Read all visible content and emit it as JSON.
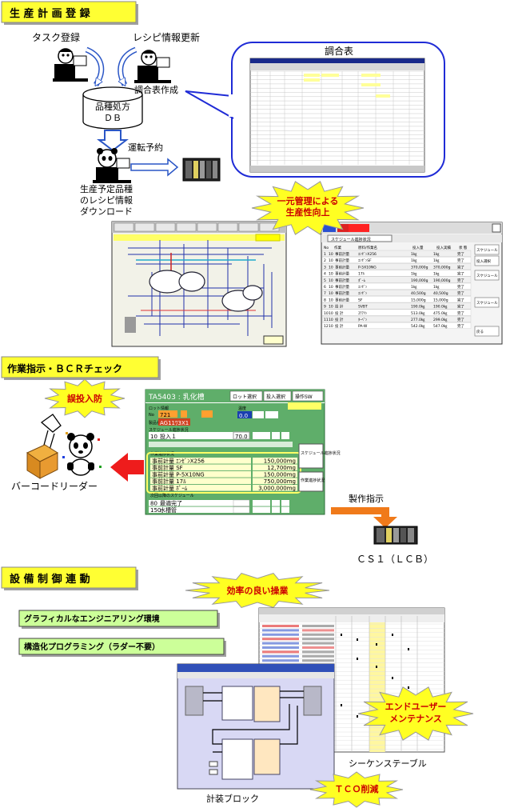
{
  "sections": {
    "production": {
      "title": "生 産 計 画 登 録",
      "task_registration": "タスク登録",
      "recipe_update": "レシピ情報更新",
      "formulation_creation": "調合表作成",
      "db_line1": "品種処方",
      "db_line2": "ＤＢ",
      "run_reservation": "運転予約",
      "download_line1": "生産予定品種",
      "download_line2": "のレシピ情報",
      "download_line3": "ダウンロード",
      "formulation_table_title": "調合表",
      "unified_line1": "一元管理による",
      "unified_line2": "生産性向上"
    },
    "work": {
      "title": "作業指示・ＢＣＲチェック",
      "misload_prevention": "誤投入防",
      "barcode_reader": "バーコードリーダー",
      "manufacture_instruction": "製作指示",
      "controller_label": "ＣＳ１（ＬＣＢ）",
      "panel": {
        "title": "TA5403 : 乳化槽",
        "tabs": [
          "ロット選択",
          "投入選択",
          "操作SW"
        ],
        "lot_info": "ロット情報",
        "lot_no_label": "No",
        "lot_no_value": "721",
        "product_label": "製品名",
        "product_value": "AG11ﾜ3X1",
        "temp_label": "温度",
        "temp_value": "0.0",
        "schedule_label": "スケジュール進捗状況",
        "schedule_row_no": "10",
        "schedule_row_name": "投入１",
        "schedule_row_value": "70.0",
        "work_status_label": "作業進捗状況",
        "work_rows": [
          {
            "name": "事前計量 ｴﾝｾﾞﾝX256",
            "value": "150,000mg"
          },
          {
            "name": "事前計量 SF",
            "value": "12,700mg"
          },
          {
            "name": "事前計量 P-5X10NG",
            "value": "150,000mg"
          },
          {
            "name": "事前計量 17ﾙ",
            "value": "750,000mg"
          },
          {
            "name": "事前計量 ﾎﾟｰﾑ",
            "value": "3,000,000mg"
          }
        ],
        "next_schedule_label": "次回以降のスケジュール",
        "next_rows": [
          {
            "no": "80",
            "name": "最適完了"
          },
          {
            "no": "150",
            "name": "水槽管"
          }
        ],
        "side_button_1": "スケジュール進捗状況",
        "side_button_2": "作業進捗状況"
      }
    },
    "equipment": {
      "title": "設 備 制 御 連 動",
      "efficient_operation": "効率の良い操業",
      "graphical_env": "グラフィカルなエンジニアリング環境",
      "structured_programming": "構造化プログラミング（ラダー不要）",
      "end_user_line1": "エンドユーザー",
      "end_user_line2": "メンテナンス",
      "sequence_table": "シーケンステーブル",
      "instrument_block": "計装ブロック",
      "tco_reduction": "ＴＣＯ削減"
    }
  },
  "list_screen": {
    "header": "スケジュール進捗状況",
    "columns": [
      "No",
      "作業",
      "原料/作業名",
      "投入量",
      "投入実績",
      "状 態"
    ],
    "rows": [
      {
        "no": "1",
        "step": "10",
        "work": "事前計量",
        "name": "ｴﾝｾﾞﾝX256",
        "plan": "1㎏",
        "actual": "1㎏",
        "state": "完了"
      },
      {
        "no": "2",
        "step": "10",
        "work": "事前計量",
        "name": "ｴﾝｾﾞﾝSF",
        "plan": "1㎏",
        "actual": "1㎏",
        "state": "完了"
      },
      {
        "no": "3",
        "step": "10",
        "work": "事前計量",
        "name": "P-5X10NG",
        "plan": "370,000g",
        "actual": "370,000g",
        "state": "完了"
      },
      {
        "no": "4",
        "step": "10",
        "work": "事前計量",
        "name": "17ﾙ",
        "plan": "1㎏",
        "actual": "1㎏",
        "state": "完了"
      },
      {
        "no": "5",
        "step": "10",
        "work": "事前計量",
        "name": "ﾎﾟｰﾑ",
        "plan": "190,000g",
        "actual": "190,000g",
        "state": "完了"
      },
      {
        "no": "6",
        "step": "10",
        "work": "事前計量",
        "name": "ｴﾝｾﾞﾝ",
        "plan": "1㎏",
        "actual": "1㎏",
        "state": "完了"
      },
      {
        "no": "7",
        "step": "10",
        "work": "事前計量",
        "name": "ｴﾝｾﾞﾝ",
        "plan": "40,500g",
        "actual": "40,500g",
        "state": "完了"
      },
      {
        "no": "8",
        "step": "10",
        "work": "事前計量",
        "name": "SF",
        "plan": "15,000g",
        "actual": "15,000g",
        "state": "完了"
      },
      {
        "no": "9",
        "step": "10",
        "work": "投 計",
        "name": "SVBT",
        "plan": "190.0㎏",
        "actual": "190.0㎏",
        "state": "完了"
      },
      {
        "no": "10",
        "step": "10",
        "work": "投 計",
        "name": "ｽﾃｱﾘﾝ",
        "plan": "513.0㎏",
        "actual": "475.0㎏",
        "state": "完了"
      },
      {
        "no": "11",
        "step": "10",
        "work": "投 計",
        "name": "ﾀｰﾍﾟﾝ",
        "plan": "277.0㎏",
        "actual": "299.0㎏",
        "state": "完了"
      },
      {
        "no": "12",
        "step": "10",
        "work": "投 計",
        "name": "PA-W",
        "plan": "542.0㎏",
        "actual": "547.0㎏",
        "state": "完了"
      }
    ],
    "side_buttons": [
      "スケジュール",
      "投入選択",
      "スケジュール",
      "スケジュール",
      "戻る"
    ]
  },
  "colors": {
    "header_yellow": "#ffff33",
    "header_shadow": "#a0a0a0",
    "burst_yellow": "#ffff22",
    "label_green": "#ccff99",
    "panel_green": "#5fae6a",
    "arrow_red": "#ee1c1c",
    "arrow_orange": "#f07a1a",
    "callout_blue": "#1f2bd6"
  }
}
